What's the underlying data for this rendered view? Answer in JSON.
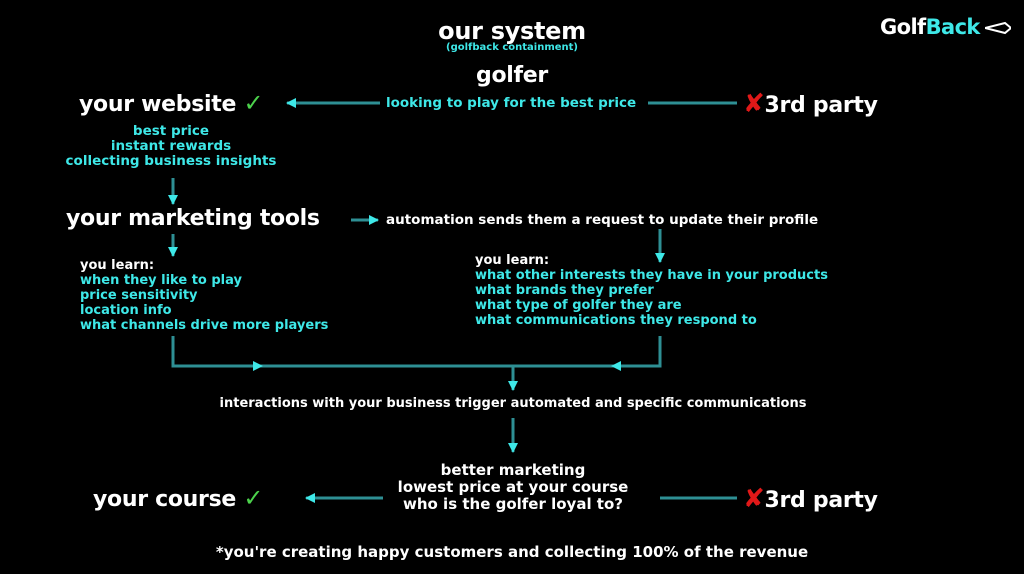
{
  "header": {
    "title": "our system",
    "subtitle": "(golfback containment)",
    "top_node": "golfer"
  },
  "logo": {
    "part1": "Golf",
    "part2": "Back",
    "icon": "flag-arrow-icon"
  },
  "row1": {
    "left": "your website",
    "arrow_label": "looking to play for the best price",
    "right": "3rd party"
  },
  "website_benefits": [
    "best price",
    "instant rewards",
    "collecting business insights"
  ],
  "marketing": {
    "node": "your marketing tools",
    "automation": "automation sends them a request to update their profile"
  },
  "learn_left": {
    "heading": "you learn:",
    "items": [
      "when they like to play",
      "price sensitivity",
      "location info",
      "what channels drive more players"
    ]
  },
  "learn_right": {
    "heading": "you learn:",
    "items": [
      "what other interests they have in your products",
      "what brands they prefer",
      "what type of golfer they are",
      "what communications they respond to"
    ]
  },
  "interactions": "interactions with your business trigger automated and specific communications",
  "outcome": [
    "better marketing",
    "lowest price at your course",
    "who is the golfer loyal to?"
  ],
  "row_bottom": {
    "left": "your course",
    "right": "3rd party"
  },
  "footer": "*you're creating happy customers and collecting 100% of the revenue",
  "colors": {
    "accent": "#3ee8e8",
    "line": "#2e8f94",
    "check": "#4cd24c",
    "cross": "#e01818"
  },
  "icons": {
    "check": "checkmark-icon",
    "cross": "x-mark-icon"
  }
}
